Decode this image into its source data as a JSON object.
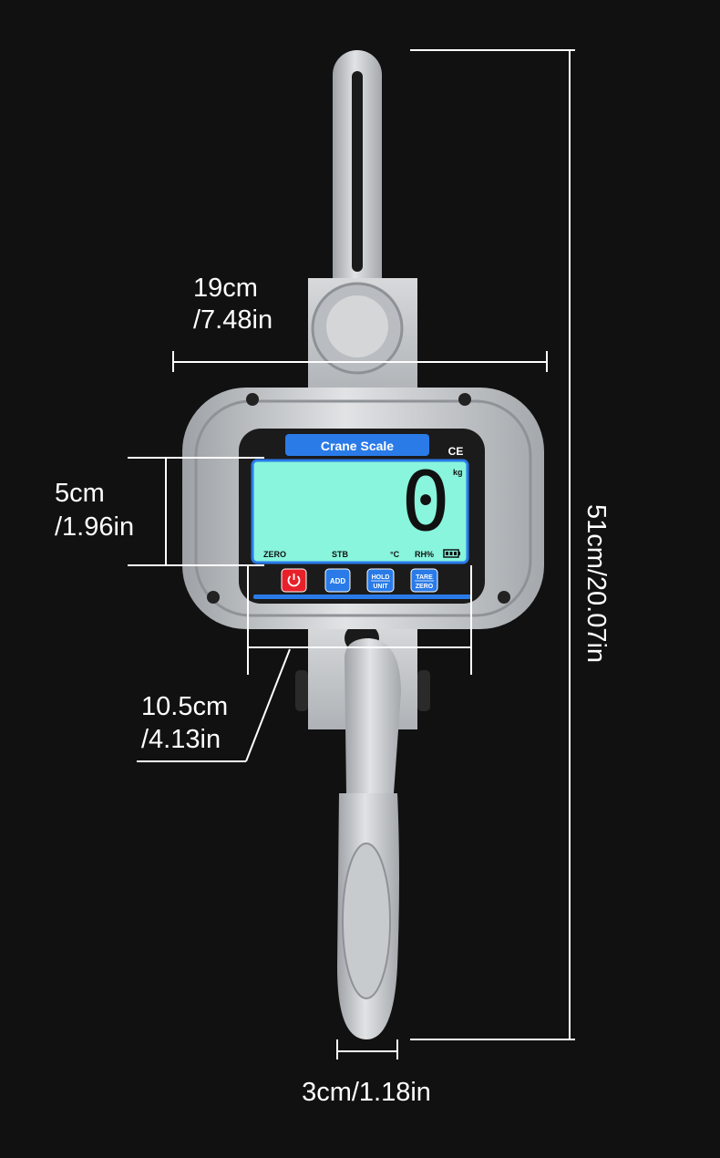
{
  "product": {
    "label": "Crane Scale",
    "certification_mark": "CE",
    "display": {
      "reading": "0",
      "unit": "kg",
      "indicators": [
        "ZERO",
        "STB",
        "°C",
        "RH%"
      ],
      "battery_icon": "battery-icon"
    },
    "buttons": [
      {
        "name": "power",
        "icon": "power-icon",
        "color": "#e8202a"
      },
      {
        "name": "add",
        "label": "ADD",
        "color": "#2a7be8"
      },
      {
        "name": "hold-unit",
        "label_top": "HOLD",
        "label_bottom": "UNIT",
        "color": "#2a7be8"
      },
      {
        "name": "tare-zero",
        "label_top": "TARE",
        "label_bottom": "ZERO",
        "color": "#2a7be8"
      }
    ]
  },
  "dimensions": {
    "width": {
      "metric": "19cm",
      "imperial": "/7.48in"
    },
    "display_height": {
      "metric": "5cm",
      "imperial": "/1.96in"
    },
    "display_width": {
      "metric": "10.5cm",
      "imperial": "/4.13in"
    },
    "total_height": "51cm/20.07in",
    "hook_width": "3cm/1.18in"
  },
  "colors": {
    "background": "#111111",
    "lcd": "#88f5dc",
    "accent_blue": "#2a7be8",
    "metal": "#c3c6ca"
  }
}
